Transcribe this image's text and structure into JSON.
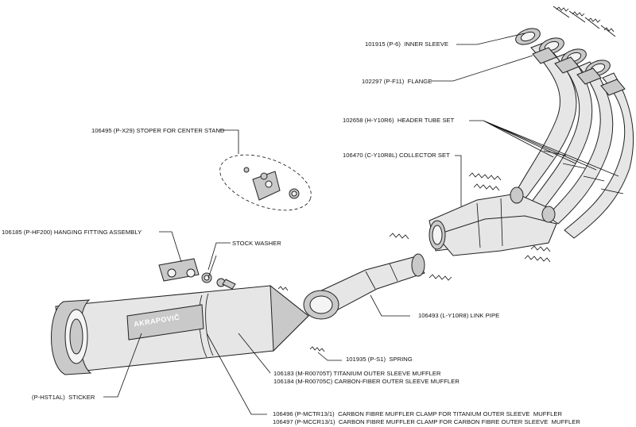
{
  "labels": {
    "inner_sleeve": "101915 (P-6)  INNER SLEEVE",
    "flange": "102297 (P-F11)  FLANGE",
    "header_tube_set": "102658 (H-Y10R6)  HEADER TUBE SET",
    "stoper": "106495 (P-X29) STOPER FOR CENTER STAND",
    "collector_set": "106470 (C-Y10R8L) COLLECTOR SET",
    "hanging_fitting": "106185 (P-HF200) HANGING FITTING ASSEMBLY",
    "stock_washer": "STOCK WASHER",
    "link_pipe": "106493 (L-Y10R8) LINK PIPE",
    "spring": "101935 (P-S1)  SPRING",
    "ti_muffler": "106183 (M-R00705T) TITANIUM OUTER SLEEVE MUFFLER",
    "cf_muffler": "106184 (M-R00705C) CARBON-FIBER OUTER SLEEVE MUFFLER",
    "sticker": "(P-HST1AL)  STICKER",
    "clamp_ti": "106496 (P-MCTR13/1)  CARBON FIBRE MUFFLER CLAMP FOR TITANIUM OUTER SLEEVE  MUFFLER",
    "clamp_cf": "106497 (P-MCCR13/1)  CARBON FIBRE MUFFLER CLAMP FOR CARBON FIBRE OUTER SLEEVE  MUFFLER"
  },
  "brand": {
    "logo_text": "AKRAPOVIČ"
  }
}
